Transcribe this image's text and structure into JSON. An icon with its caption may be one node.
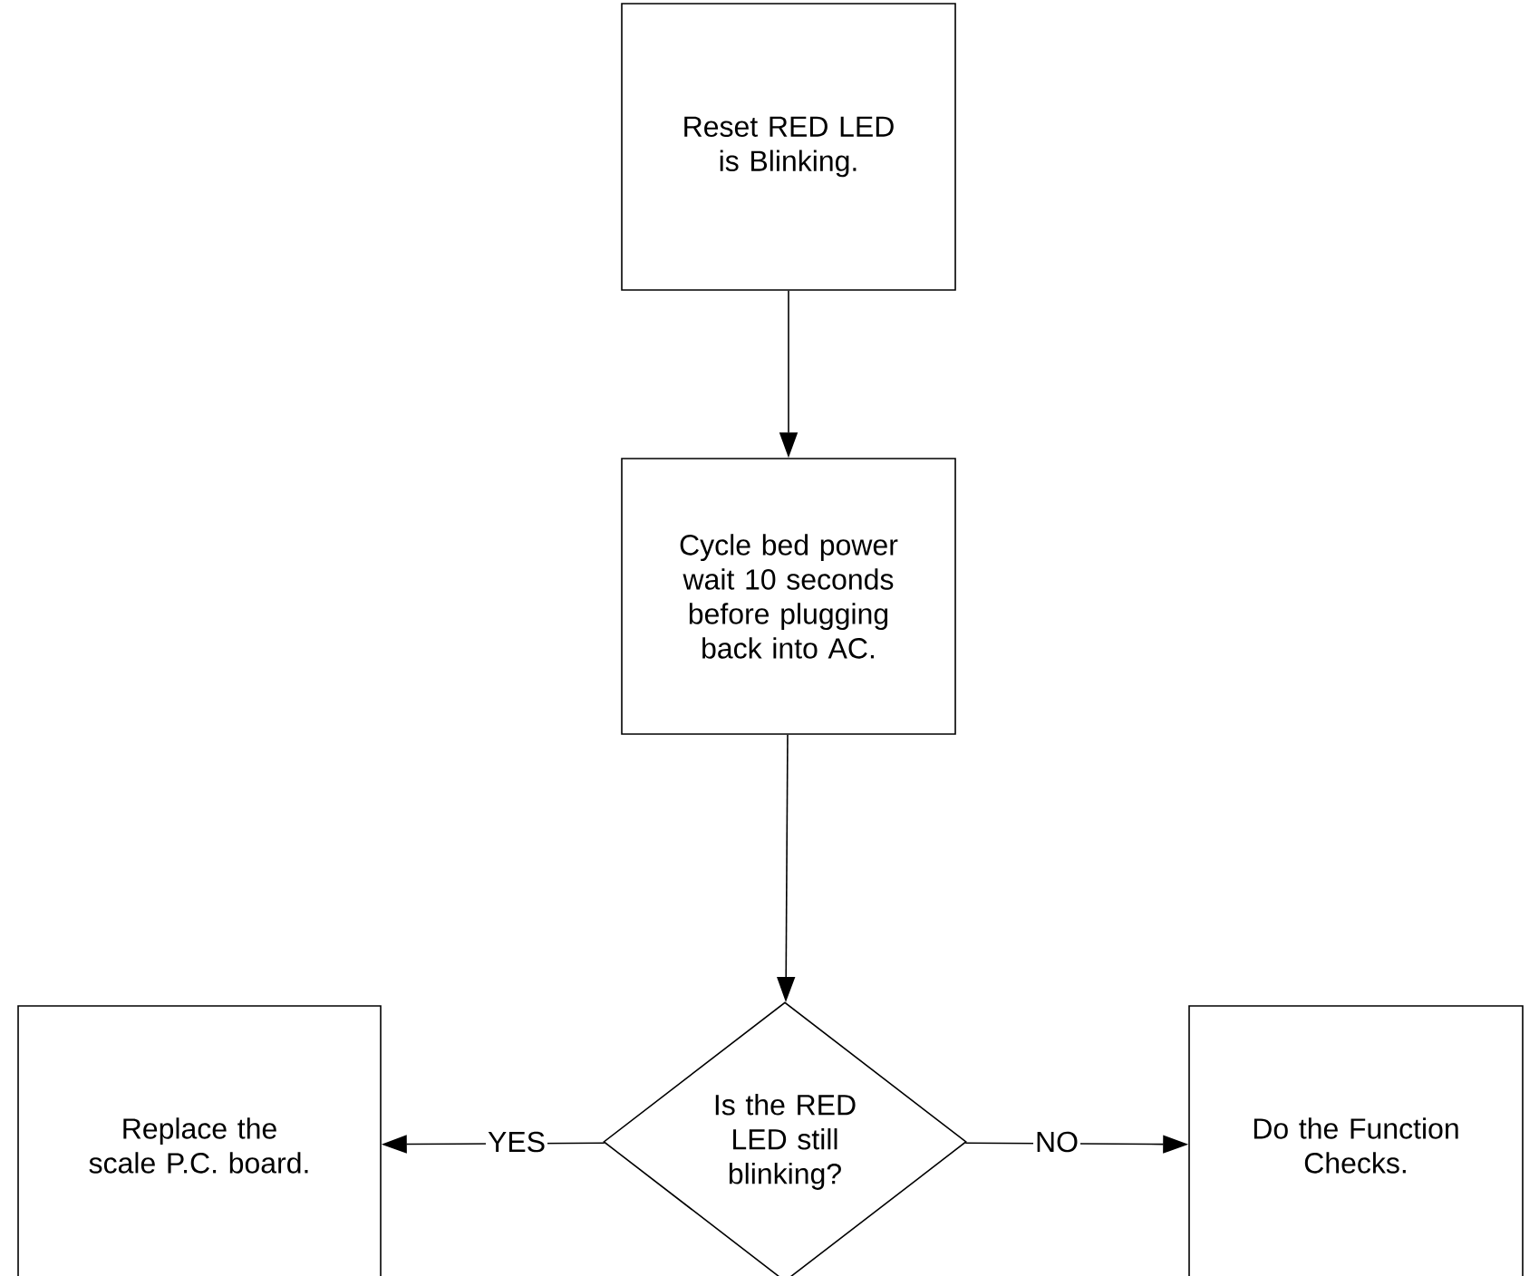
{
  "diagram": {
    "nodes": [
      {
        "text": [
          "Reset RED LED is Blinking."
        ]
      },
      {
        "text": [
          "Cycle bed power wait 10 seconds before plugging back into AC."
        ]
      },
      {
        "text": [
          "Replace the scale P.C. board."
        ]
      },
      {
        "text": [
          "Is the RED LED still blinking?"
        ]
      },
      {
        "text": [
          "Do the Function Checks."
        ]
      }
    ],
    "edges": [
      {
        "from": 0,
        "to": 1,
        "arrow": "to"
      },
      {
        "from": 1,
        "to": 3,
        "arrow": "to"
      },
      {
        "from": 3,
        "to": 2,
        "arrow": "to",
        "label": "YES"
      },
      {
        "from": 3,
        "to": 4,
        "arrow": "to",
        "label": "NO"
      }
    ]
  }
}
